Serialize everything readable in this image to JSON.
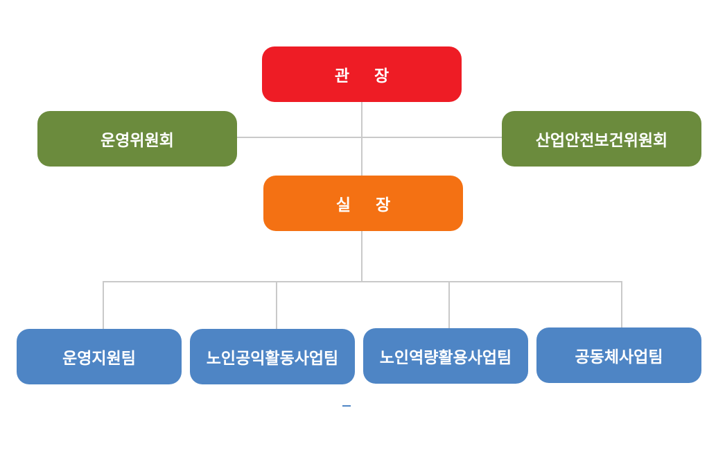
{
  "colors": {
    "director": "#ee1c25",
    "chief": "#f47113",
    "committee": "#6b8b3d",
    "team": "#4e85c5",
    "connector": "#c9c9c9"
  },
  "director": {
    "label": "관 장"
  },
  "committees": [
    {
      "label": "운영위원회"
    },
    {
      "label": "산업안전보건위원회"
    }
  ],
  "chief": {
    "label": "실 장"
  },
  "teams": [
    {
      "label": "운영지원팀"
    },
    {
      "label": "노인공익활동사업팀"
    },
    {
      "label": "노인역량활용사업팀"
    },
    {
      "label": "공동체사업팀"
    }
  ]
}
